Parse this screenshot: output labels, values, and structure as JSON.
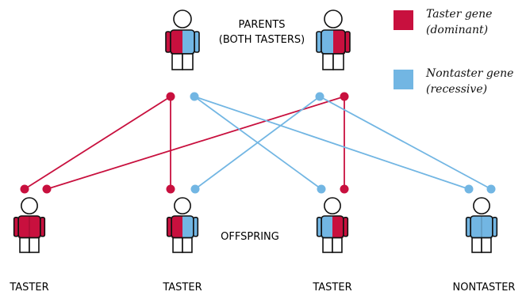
{
  "colors": {
    "taster": "#c8103e",
    "nontaster": "#72b6e3",
    "outline": "#111111"
  },
  "parents": {
    "title_line1": "PARENTS",
    "title_line2": "(BOTH TASTERS)"
  },
  "offspring": {
    "title": "OFFSPRING"
  },
  "legend": {
    "taster_line1": "Taster gene",
    "taster_line2": "(dominant)",
    "nontaster_line1": "Nontaster gene",
    "nontaster_line2": "(recessive)"
  },
  "children": [
    {
      "label": "TASTER",
      "genes": [
        "taster",
        "taster"
      ]
    },
    {
      "label": "TASTER",
      "genes": [
        "taster",
        "nontaster"
      ]
    },
    {
      "label": "TASTER",
      "genes": [
        "nontaster",
        "taster"
      ]
    },
    {
      "label": "NONTASTER",
      "genes": [
        "nontaster",
        "nontaster"
      ]
    }
  ],
  "parent_figures": [
    {
      "genes": [
        "taster",
        "nontaster"
      ]
    },
    {
      "genes": [
        "nontaster",
        "taster"
      ]
    }
  ]
}
